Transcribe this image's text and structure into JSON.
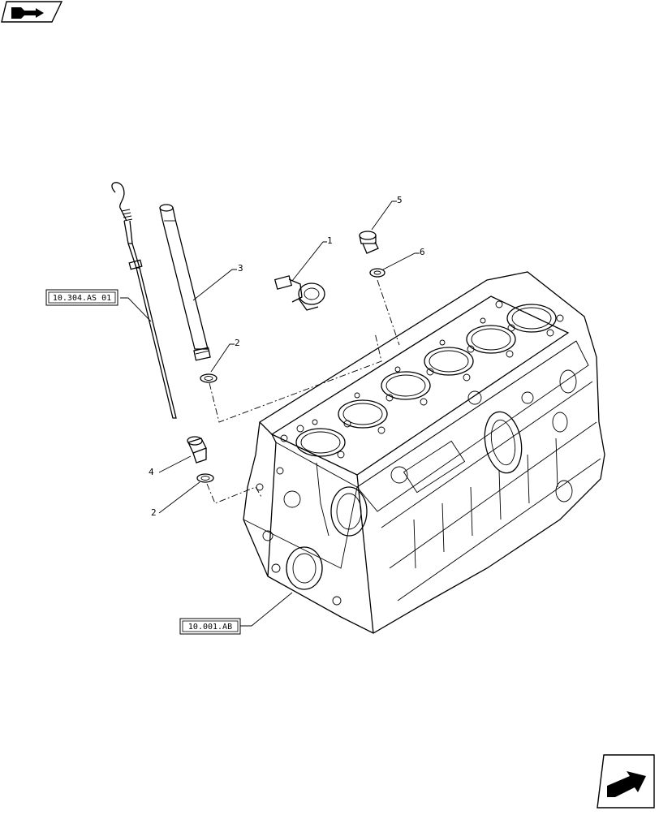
{
  "callouts": [
    {
      "id": "c1",
      "label": "1"
    },
    {
      "id": "c2a",
      "label": "2"
    },
    {
      "id": "c2b",
      "label": "2"
    },
    {
      "id": "c3",
      "label": "3"
    },
    {
      "id": "c4",
      "label": "4"
    },
    {
      "id": "c5",
      "label": "5"
    },
    {
      "id": "c6",
      "label": "6"
    }
  ],
  "references": {
    "dipstick_ref": "10.304.AS 01",
    "block_ref": "10.001.AB"
  },
  "icons": {
    "top_left": "previous-page-icon",
    "bottom_right": "next-page-icon"
  }
}
